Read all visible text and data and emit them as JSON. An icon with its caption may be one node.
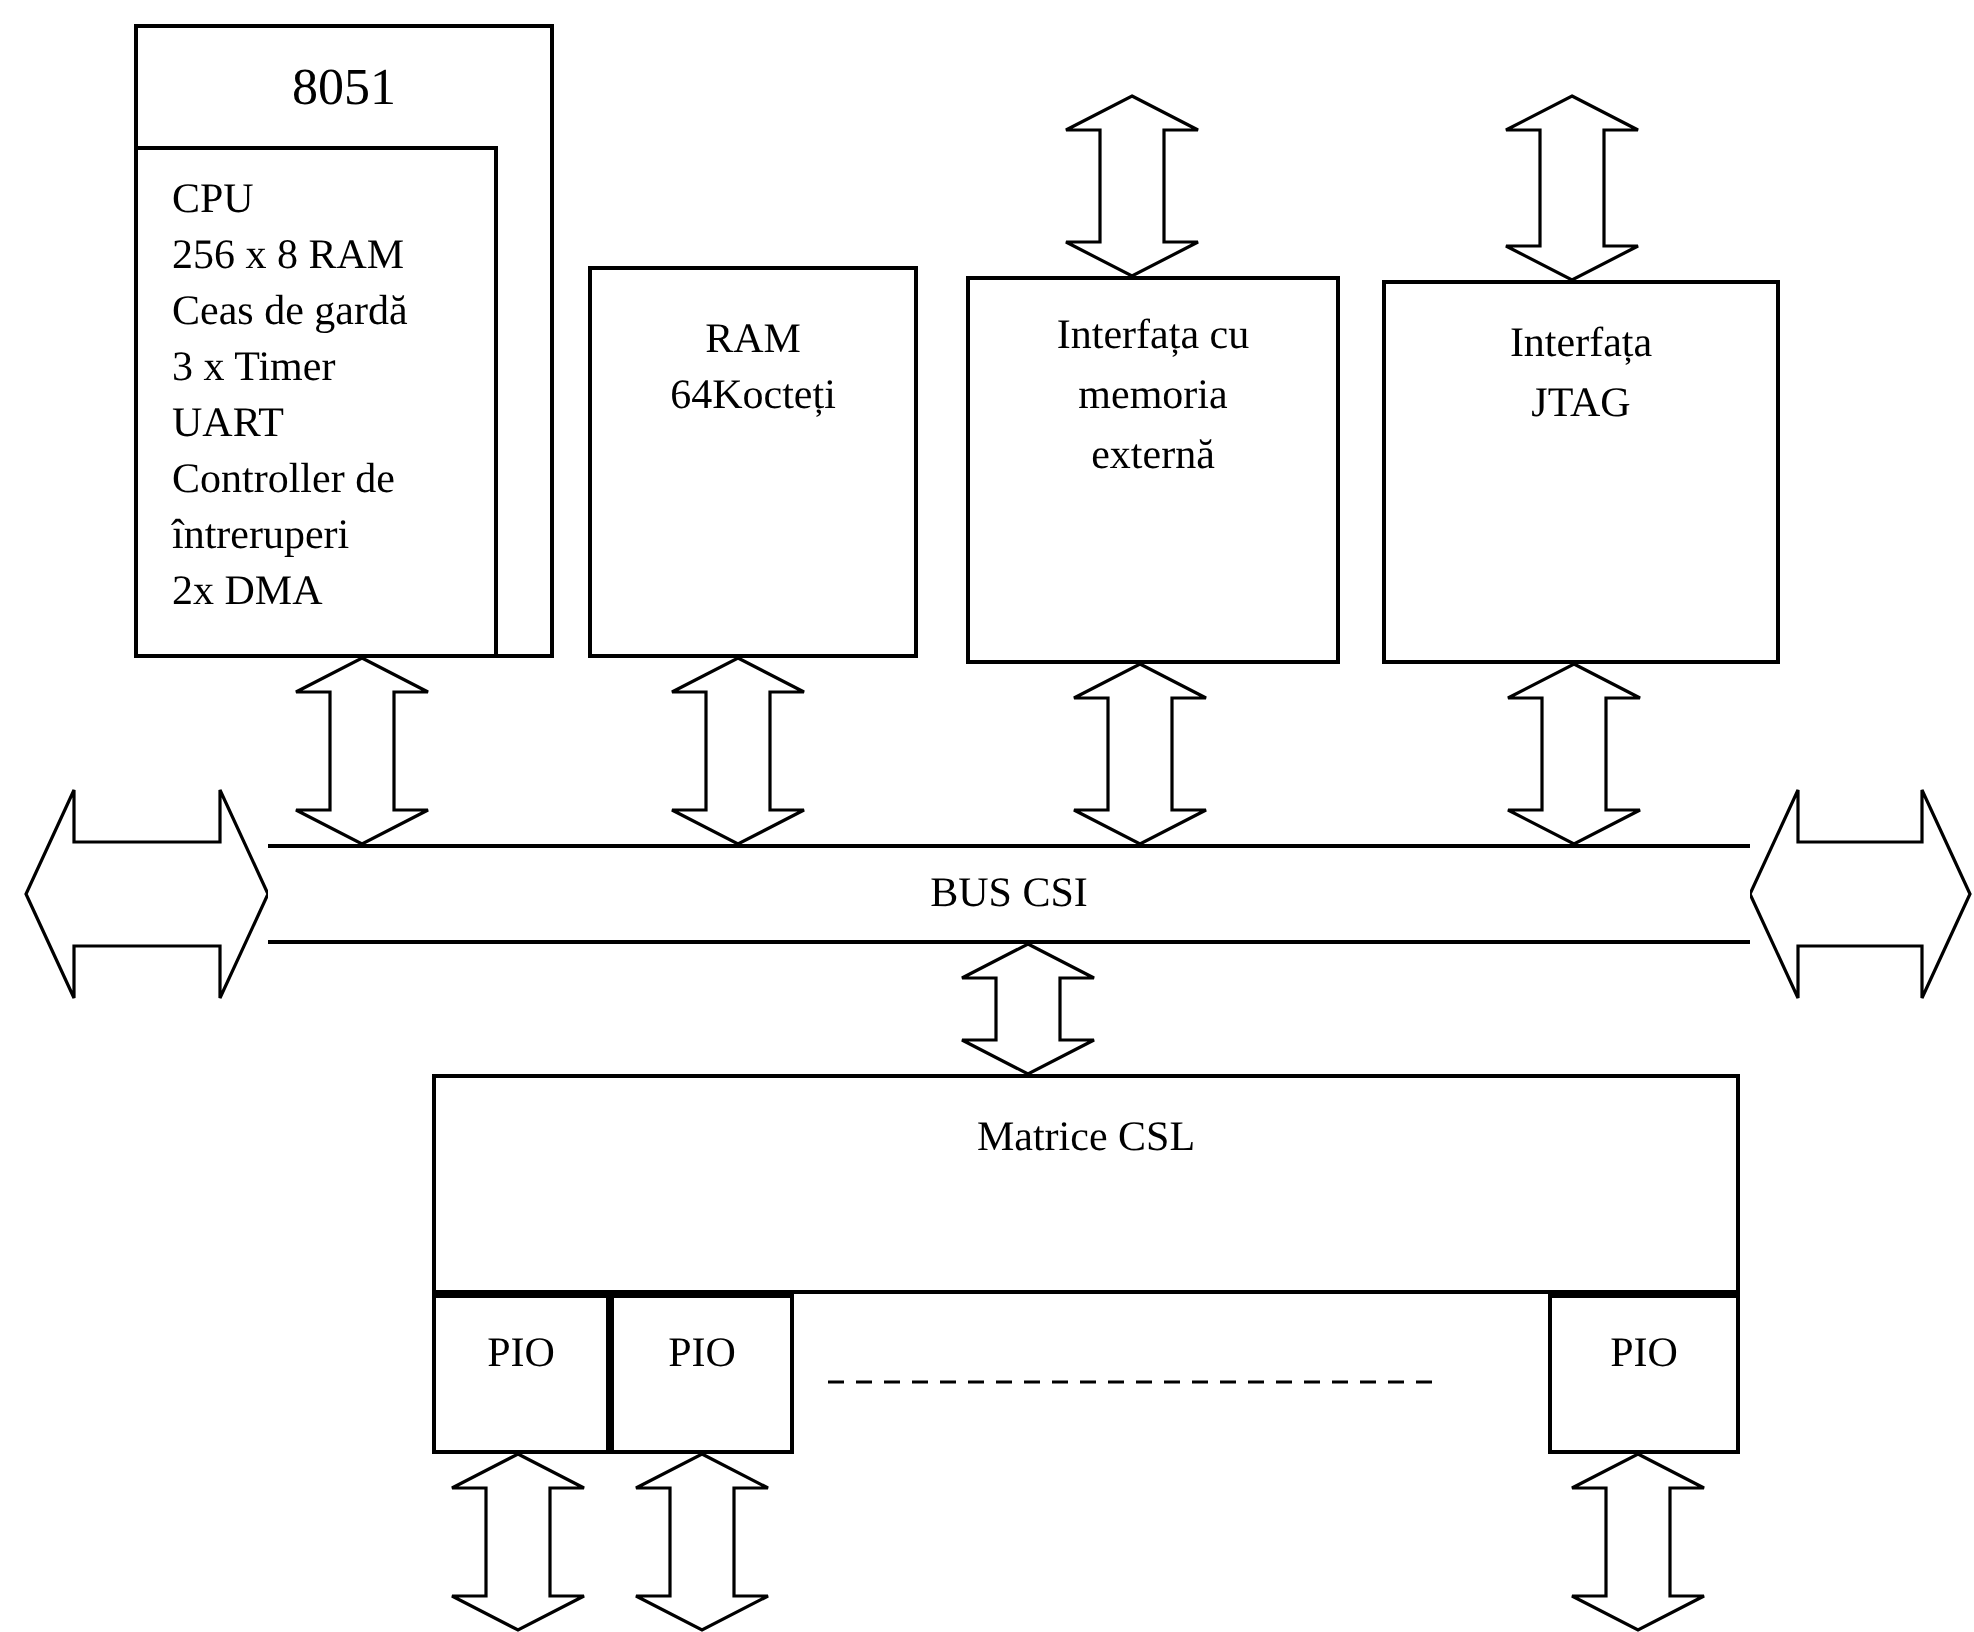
{
  "diagram": {
    "nodes": [
      {
        "text": [
          "8051"
        ]
      },
      {
        "text": [
          "CPU",
          "256 x 8 RAM",
          "Ceas de gardă",
          "3 x Timer",
          "UART",
          "Controller de întreruperi",
          "2x DMA"
        ],
        "in": 0
      },
      {
        "text": [
          "RAM 64Kocteți"
        ]
      },
      {
        "text": [
          "Interfața cu memoria externă"
        ]
      },
      {
        "text": [
          "Interfața JTAG"
        ]
      },
      {
        "text": [
          "BUS CSI"
        ]
      },
      {
        "text": [
          "Matrice CSL"
        ]
      },
      {
        "text": [
          "PIO"
        ]
      },
      {
        "text": [
          "PIO"
        ]
      },
      {
        "text": [
          "PIO"
        ]
      }
    ],
    "edges": [
      {
        "from": 0,
        "to": 5,
        "arrow": "both"
      },
      {
        "from": 2,
        "to": 5,
        "arrow": "both"
      },
      {
        "from": 3,
        "to": 5,
        "arrow": "both"
      },
      {
        "from": 4,
        "to": 5,
        "arrow": "both"
      },
      {
        "from": null,
        "to": 3,
        "arrow": "both"
      },
      {
        "from": null,
        "to": 4,
        "arrow": "both"
      },
      {
        "from": 5,
        "to": 6,
        "arrow": "both"
      },
      {
        "from": 7,
        "to": null,
        "arrow": "both"
      },
      {
        "from": 8,
        "to": null,
        "arrow": "both"
      },
      {
        "from": 9,
        "to": null,
        "arrow": "both"
      },
      {
        "from": null,
        "to": 5,
        "arrow": "both"
      },
      {
        "from": 5,
        "to": null,
        "arrow": "both"
      }
    ]
  }
}
